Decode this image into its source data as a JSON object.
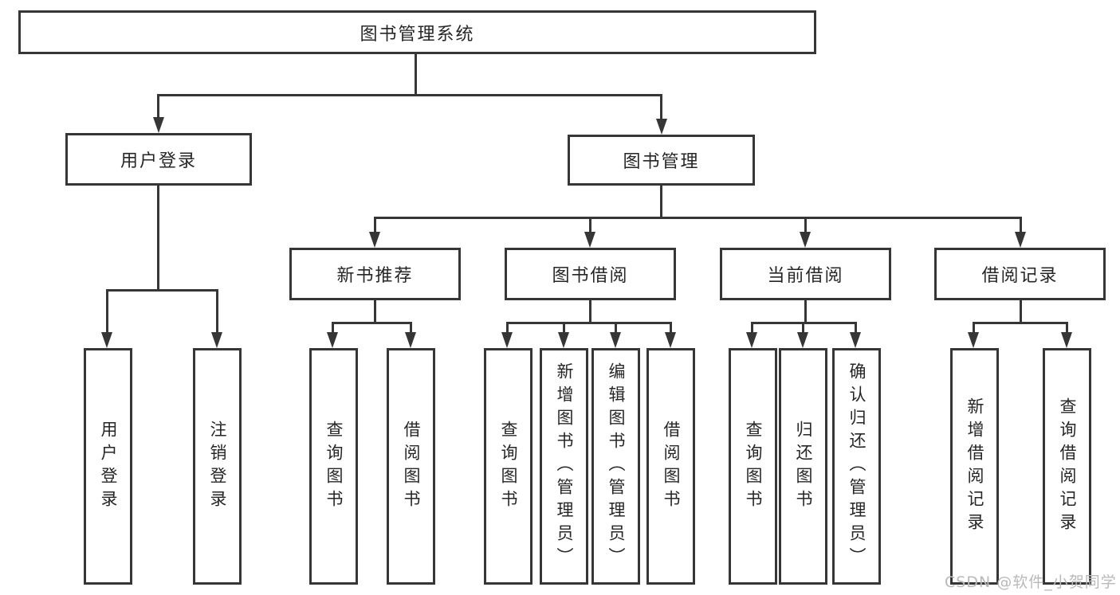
{
  "nodes": {
    "root": "图书管理系统",
    "user_login": "用户登录",
    "book_management": "图书管理",
    "new_book_recommend": "新书推荐",
    "book_borrow": "图书借阅",
    "current_borrow": "当前借阅",
    "borrow_records": "借阅记录"
  },
  "leaves": {
    "user_login": "用户登录",
    "logout": "注销登录",
    "query_books_recommend": "查询图书",
    "borrow_books_recommend": "借阅图书",
    "query_books_borrow": "查询图书",
    "add_book_admin": "新增图书（管理员）",
    "edit_book_admin": "编辑图书（管理员）",
    "borrow_books_borrow": "借阅图书",
    "query_books_current": "查询图书",
    "return_books": "归还图书",
    "confirm_return_admin": "确认归还（管理员）",
    "add_borrow_record": "新增借阅记录",
    "query_borrow_record": "查询借阅记录"
  },
  "watermark": "CSDN @软件_小贺同学",
  "colors": {
    "line": "#363636",
    "text": "#262626",
    "watermark": "#b9b9b9",
    "background": "#ffffff"
  }
}
